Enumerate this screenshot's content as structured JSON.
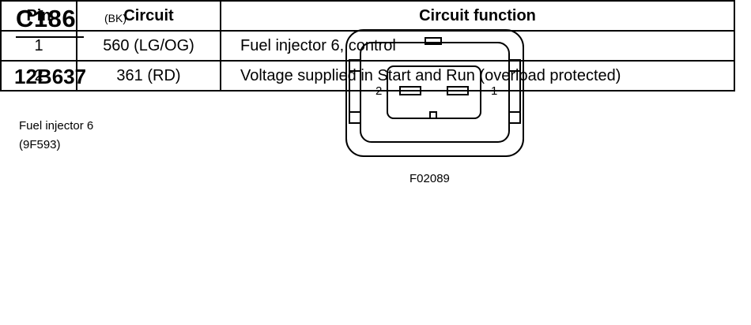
{
  "connector": {
    "id": "C186",
    "color": "(BK)",
    "part_number": "12B637",
    "component_name": "Fuel injector 6",
    "component_code": "(9F593)",
    "figure_id": "F02089",
    "pin_labels": {
      "left": "2",
      "right": "1"
    }
  },
  "table": {
    "headers": [
      "Pin",
      "Circuit",
      "Circuit function"
    ],
    "rows": [
      {
        "pin": "1",
        "circuit": "560 (LG/OG)",
        "function": "Fuel injector 6, control"
      },
      {
        "pin": "2",
        "circuit": "361 (RD)",
        "function": "Voltage supplied in Start and Run (overload protected)"
      }
    ]
  }
}
